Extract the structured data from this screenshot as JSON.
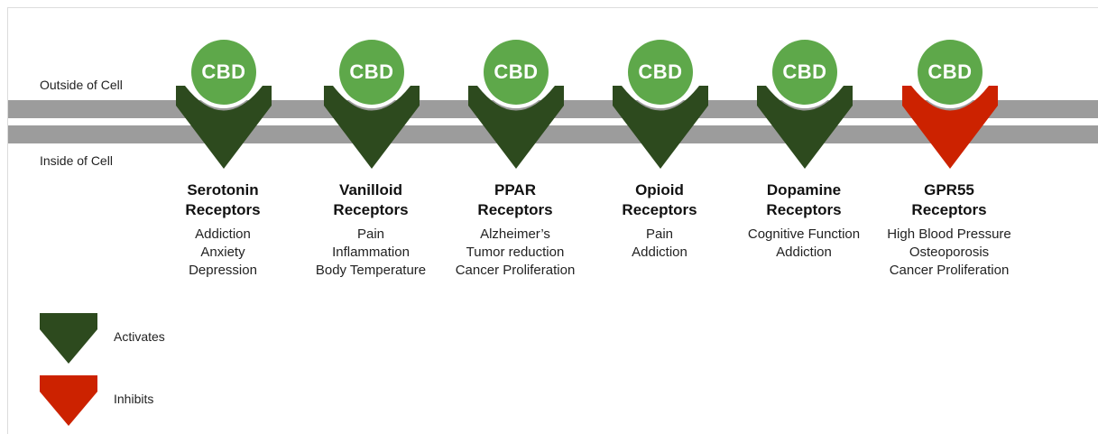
{
  "labels": {
    "outside": "Outside of Cell",
    "inside": "Inside of Cell"
  },
  "colors": {
    "activates": "#2d4a1e",
    "inhibits": "#cc2200",
    "cbd": "#5ea84a",
    "membrane": "#9c9c9c"
  },
  "receptors": [
    {
      "cbd": "CBD",
      "title_line1": "Serotonin",
      "title_line2": "Receptors",
      "effect": "activates",
      "effects": [
        "Addiction",
        "Anxiety",
        "Depression"
      ]
    },
    {
      "cbd": "CBD",
      "title_line1": "Vanilloid",
      "title_line2": "Receptors",
      "effect": "activates",
      "effects": [
        "Pain",
        "Inflammation",
        "Body Temperature"
      ]
    },
    {
      "cbd": "CBD",
      "title_line1": "PPAR",
      "title_line2": "Receptors",
      "effect": "activates",
      "effects": [
        "Alzheimer’s",
        "Tumor reduction",
        "Cancer Proliferation"
      ]
    },
    {
      "cbd": "CBD",
      "title_line1": "Opioid",
      "title_line2": "Receptors",
      "effect": "activates",
      "effects": [
        "Pain",
        "Addiction"
      ]
    },
    {
      "cbd": "CBD",
      "title_line1": "Dopamine",
      "title_line2": "Receptors",
      "effect": "activates",
      "effects": [
        "Cognitive Function",
        "Addiction"
      ]
    },
    {
      "cbd": "CBD",
      "title_line1": "GPR55",
      "title_line2": "Receptors",
      "effect": "inhibits",
      "effects": [
        "High Blood Pressure",
        "Osteoporosis",
        "Cancer Proliferation"
      ]
    }
  ],
  "legend": {
    "activates": "Activates",
    "inhibits": "Inhibits"
  }
}
